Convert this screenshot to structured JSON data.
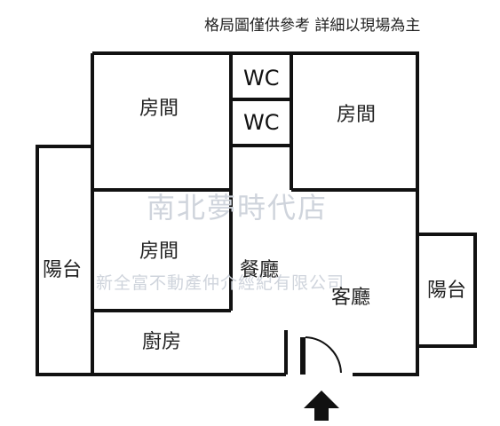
{
  "note": "格局圖僅供參考 詳細以現場為主",
  "rooms": {
    "bedroom_top_left": "房間",
    "wc_top": "WC",
    "wc_bottom": "WC",
    "bedroom_top_right": "房間",
    "bedroom_middle": "房間",
    "balcony_left": "陽台",
    "dining": "餐廳",
    "living": "客廳",
    "balcony_right": "陽台",
    "kitchen": "廚房"
  },
  "watermark": {
    "store": "南北夢時代店",
    "company": "新全富不動產仲介經紀有限公司"
  },
  "entrance_icon": "up-arrow-icon",
  "colors": {
    "wall": "#111111",
    "text": "#222222",
    "watermark": "#cfd4dc",
    "background": "#ffffff"
  }
}
